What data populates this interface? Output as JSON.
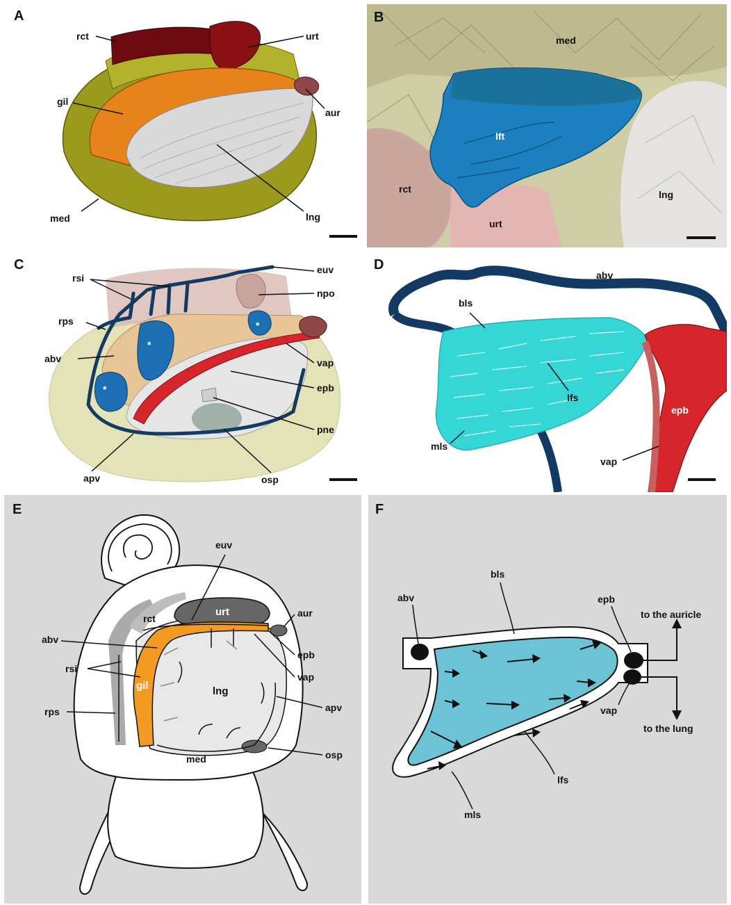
{
  "panels": {
    "A": {
      "letter": "A",
      "labels": {
        "rct": "rct",
        "urt": "urt",
        "gil": "gil",
        "aur": "aur",
        "med": "med",
        "lng": "lng"
      }
    },
    "B": {
      "letter": "B",
      "labels": {
        "med": "med",
        "lft": "lft",
        "rct": "rct",
        "urt": "urt",
        "lng": "lng"
      }
    },
    "C": {
      "letter": "C",
      "labels": {
        "rsi": "rsi",
        "euv": "euv",
        "npo": "npo",
        "rps": "rps",
        "abv": "abv",
        "vap": "vap",
        "epb": "epb",
        "pne": "pne",
        "apv": "apv",
        "osp": "osp",
        "star": "*"
      }
    },
    "D": {
      "letter": "D",
      "labels": {
        "abv": "abv",
        "bls": "bls",
        "lfs": "lfs",
        "mls": "mls",
        "epb": "epb",
        "vap": "vap"
      }
    },
    "E": {
      "letter": "E",
      "labels": {
        "euv": "euv",
        "urt": "urt",
        "rct": "rct",
        "aur": "aur",
        "abv": "abv",
        "epb": "epb",
        "rsi": "rsi",
        "gil": "gil",
        "lng": "lng",
        "vap": "vap",
        "rps": "rps",
        "apv": "apv",
        "med": "med",
        "osp": "osp"
      }
    },
    "F": {
      "letter": "F",
      "labels": {
        "bls": "bls",
        "abv": "abv",
        "epb": "epb",
        "auricle": "to the auricle",
        "vap": "vap",
        "lung": "to the lung",
        "lfs": "lfs",
        "mls": "mls"
      }
    }
  },
  "colors": {
    "olive": "#9c9a1c",
    "maroon": "#7a0f12",
    "orange": "#e8821a",
    "lung_white": "#d9d9d9",
    "lft_blue": "#1c7fbf",
    "abv_navy": "#123a63",
    "epb_red": "#d6262b",
    "lfs_cyan": "#35d6d6",
    "schema_bg": "#d9d9d9",
    "gill_orange": "#f39a22",
    "urt_gray": "#666666",
    "sinus_blue": "#6cc3d5"
  }
}
